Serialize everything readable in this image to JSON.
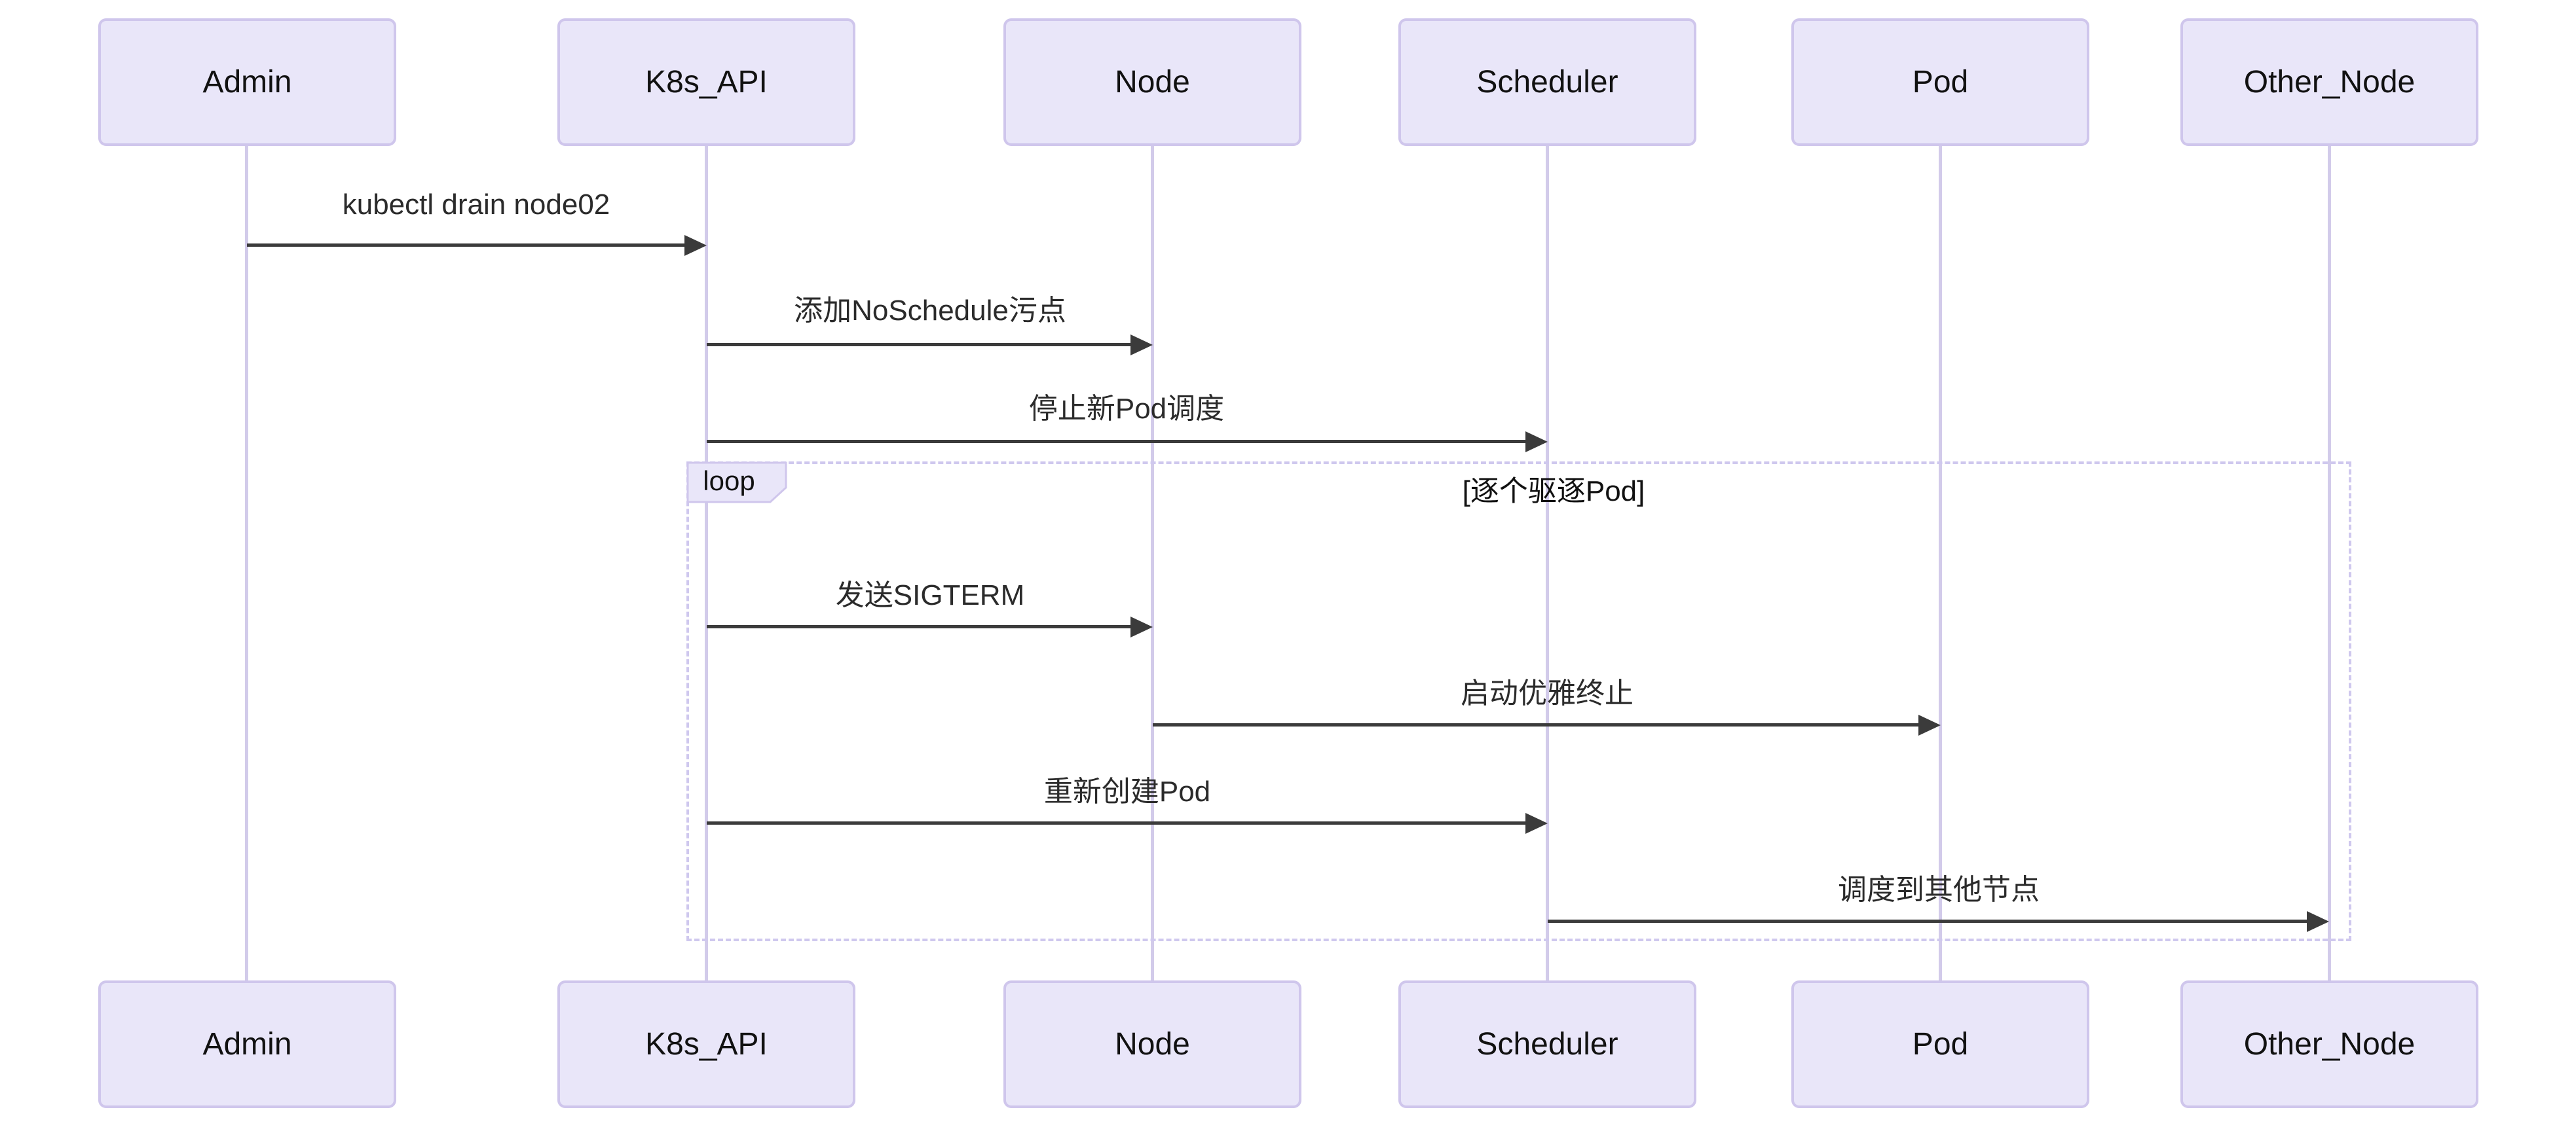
{
  "diagram": {
    "type": "sequence-diagram",
    "participants": [
      {
        "label": "Admin"
      },
      {
        "label": "K8s_API"
      },
      {
        "label": "Node"
      },
      {
        "label": "Scheduler"
      },
      {
        "label": "Pod"
      },
      {
        "label": "Other_Node"
      }
    ],
    "messages": [
      {
        "from": "Admin",
        "to": "K8s_API",
        "label": "kubectl drain node02",
        "arrow": "solid",
        "in_loop": false
      },
      {
        "from": "K8s_API",
        "to": "Node",
        "label": "添加NoSchedule污点",
        "arrow": "solid",
        "in_loop": false
      },
      {
        "from": "K8s_API",
        "to": "Scheduler",
        "label": "停止新Pod调度",
        "arrow": "solid",
        "in_loop": false
      },
      {
        "from": "K8s_API",
        "to": "Node",
        "label": "发送SIGTERM",
        "arrow": "solid",
        "in_loop": true
      },
      {
        "from": "Node",
        "to": "Pod",
        "label": "启动优雅终止",
        "arrow": "solid",
        "in_loop": true
      },
      {
        "from": "K8s_API",
        "to": "Scheduler",
        "label": "重新创建Pod",
        "arrow": "solid",
        "in_loop": true
      },
      {
        "from": "Scheduler",
        "to": "Other_Node",
        "label": "调度到其他节点",
        "arrow": "solid",
        "in_loop": true
      }
    ],
    "loop_block": {
      "label": "loop",
      "condition": "[逐个驱逐Pod]"
    }
  },
  "colors": {
    "background": "#FFFFFF",
    "actor_fill": "#E9E6F9",
    "actor_border": "#CFC6EC",
    "lifeline": "#D2CBEA",
    "loop_border": "#CFC8EE",
    "message_line": "#3B3B3B",
    "message_text": "#2B2B2B",
    "actor_text": "#111111"
  }
}
